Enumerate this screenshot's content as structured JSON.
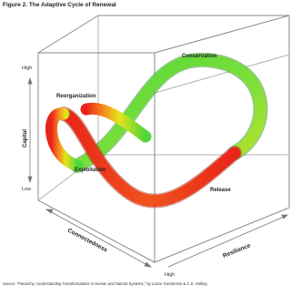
{
  "figure": {
    "title": "Figure 2. The Adaptive Cycle of Renewal",
    "source": "Source: \"Panarchy: Understanding Transformations in Human and Natural Systems,\" by Lance Gunderson & C.S. Holling"
  },
  "axes": {
    "y_label": "Capital",
    "y_high": "High",
    "y_low": "Low",
    "x_label": "Connectedness",
    "x_high": "High",
    "z_label": "Resilience"
  },
  "phases": {
    "conservation": "Conservation",
    "reorganization": "Reorganization",
    "release": "Release",
    "exploitation": "Exploitation"
  },
  "colors": {
    "growth": "#4fd63a",
    "transition": "#f2d21a",
    "release": "#e8241a",
    "box": "#8a8a8a"
  }
}
